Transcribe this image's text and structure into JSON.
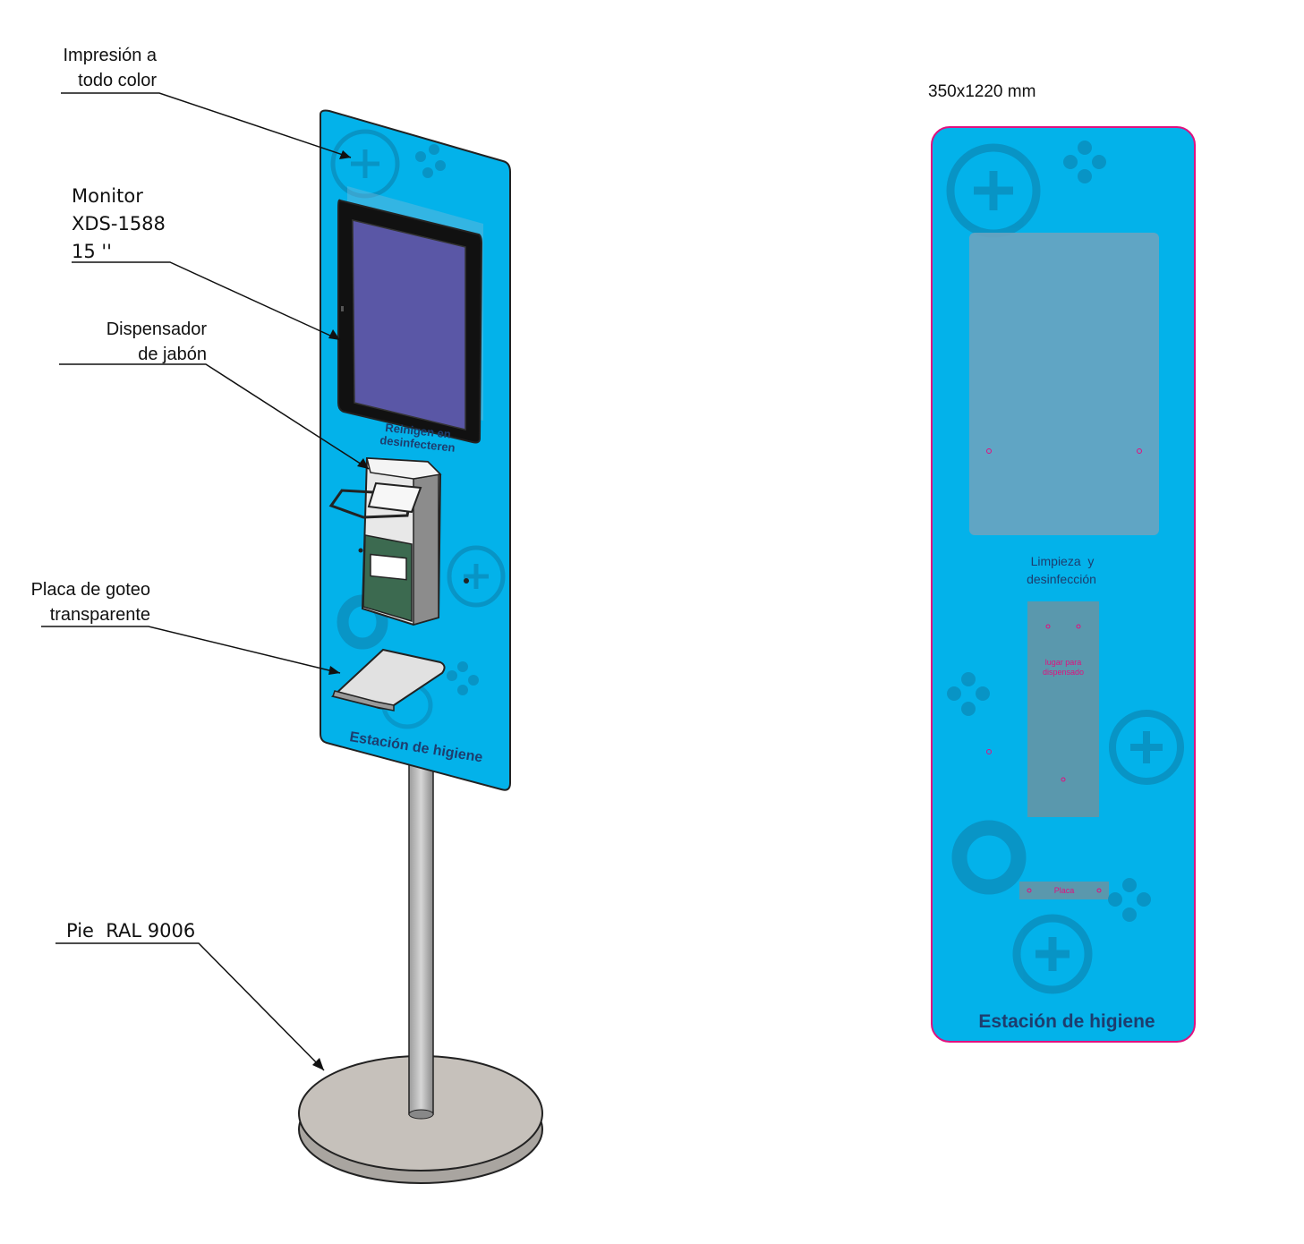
{
  "callouts": {
    "impresion": [
      "Impresión a",
      "todo color"
    ],
    "monitor": [
      "Monitor",
      "XDS-1588",
      "15 ''"
    ],
    "dispensador": [
      "Dispensador",
      "de jabón"
    ],
    "placa": [
      "Placa de goteo",
      "transparente"
    ],
    "pie": "Pie  RAL 9006"
  },
  "stand_3d": {
    "screen_text": [
      "Reinigen en",
      "desinfecteren"
    ],
    "footer_text": "Estación de higiene"
  },
  "flat_panel": {
    "dimensions": "350x1220 mm",
    "section_title": [
      "Limpieza  y",
      "desinfección"
    ],
    "dispenser_placeholder": [
      "lugar para",
      "dispensado"
    ],
    "tray_placeholder": "Placa",
    "footer_text": "Estación de higiene"
  },
  "colors": {
    "panel_blue": "#03b2ea",
    "icon_blue": "#0a8fbf",
    "magenta": "#e0117f",
    "monitor_screen": "#5a57a6",
    "navy_text": "#1d3d6e"
  }
}
